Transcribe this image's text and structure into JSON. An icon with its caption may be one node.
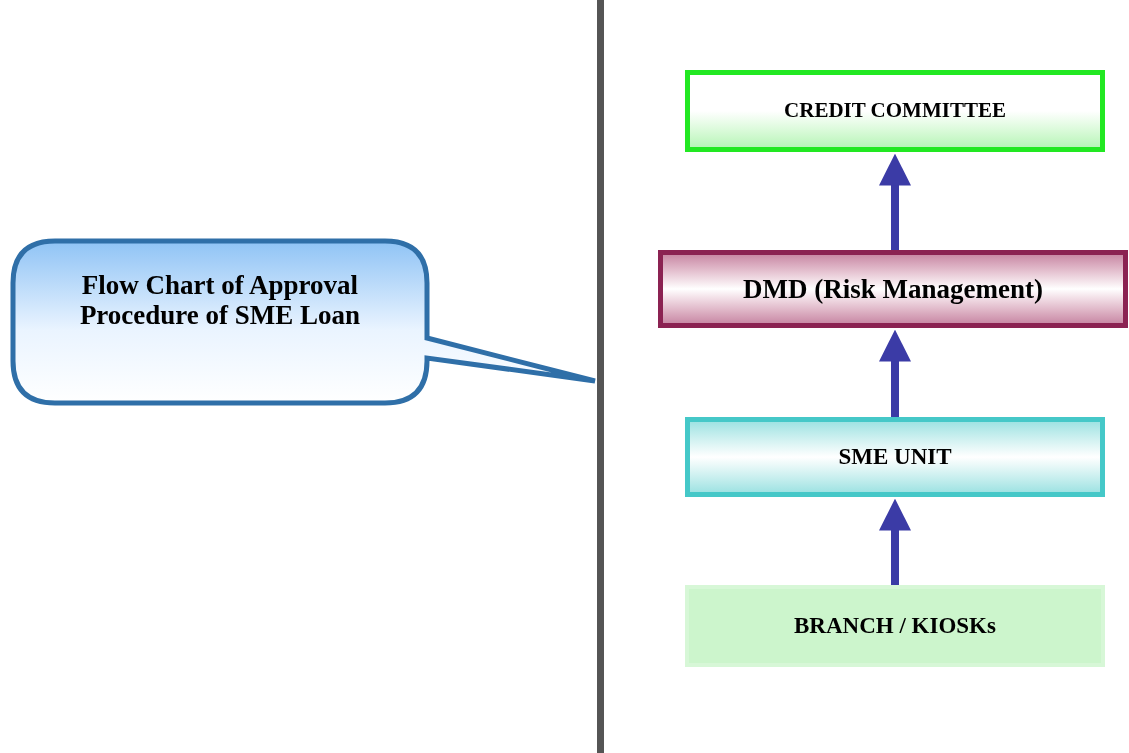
{
  "diagram": {
    "nodes": [
      {
        "text": [
          "Flow Chart of Approval Procedure of SME Loan"
        ]
      },
      {
        "text": [
          "CREDIT COMMITTEE"
        ]
      },
      {
        "text": [
          "DMD (Risk Management)"
        ]
      },
      {
        "text": [
          "SME UNIT"
        ]
      },
      {
        "text": [
          "BRANCH / KIOSKs"
        ]
      }
    ],
    "edges": [
      {
        "from": 4,
        "to": 3,
        "arrow": "to"
      },
      {
        "from": 3,
        "to": 2,
        "arrow": "to"
      },
      {
        "from": 2,
        "to": 1,
        "arrow": "to"
      }
    ]
  }
}
